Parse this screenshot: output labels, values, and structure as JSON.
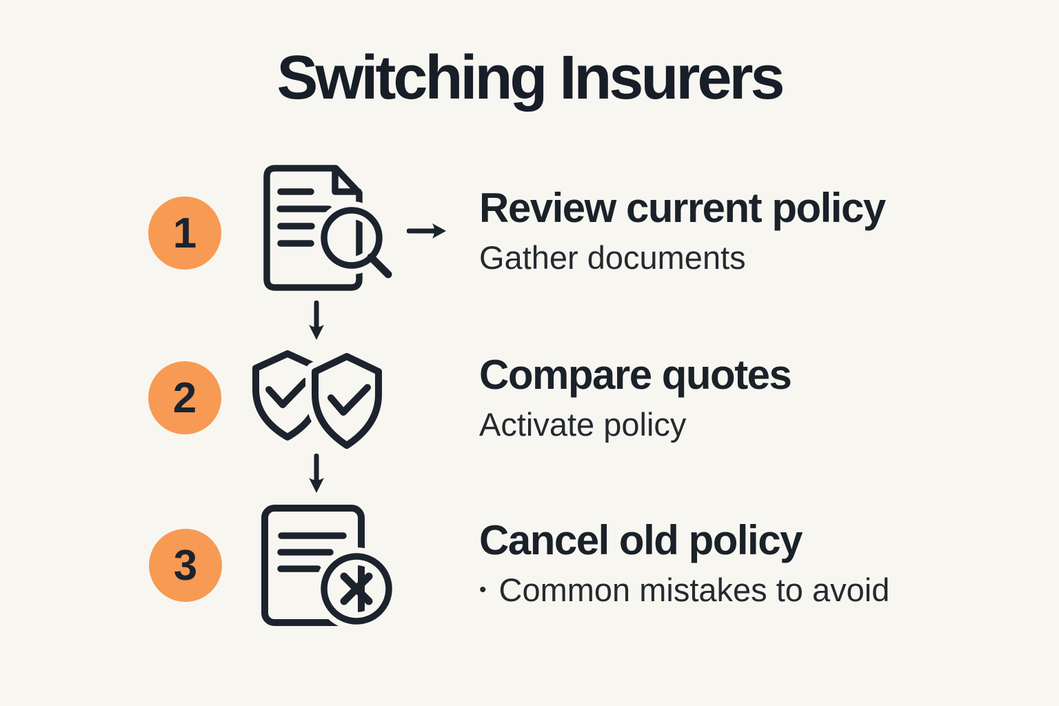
{
  "colors": {
    "background": "#f8f6f1",
    "accent_orange": "#f79a54",
    "ink": "#1c232c"
  },
  "title": "Switching Insurers",
  "steps": [
    {
      "number": "1",
      "icon": "document-search-icon",
      "heading": "Review current policy",
      "sub": "Gather documents"
    },
    {
      "number": "2",
      "icon": "shield-check-pair-icon",
      "heading": "Compare quotes",
      "sub": "Activate policy"
    },
    {
      "number": "3",
      "icon": "document-cancel-icon",
      "heading": "Cancel old policy",
      "sub_bullet": "•",
      "sub": "Common mistakes to avoid"
    }
  ],
  "connector_icons": [
    "arrow-right-icon",
    "arrow-down-icon",
    "arrow-down-icon"
  ]
}
